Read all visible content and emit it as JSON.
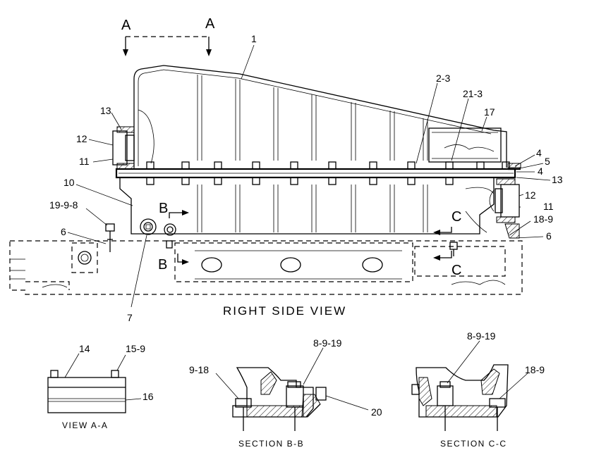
{
  "views": {
    "right_side_view": "RIGHT SIDE VIEW",
    "view_a": "VIEW A-A",
    "section_b": "SECTION B-B",
    "section_c": "SECTION C-C"
  },
  "section_markers": {
    "a_left": "A",
    "a_right": "A",
    "b_top": "B",
    "b_bottom": "B",
    "c_top": "C",
    "c_bottom": "C"
  },
  "callouts": {
    "c1": "1",
    "c2_3": "2-3",
    "c21_3": "21-3",
    "c17": "17",
    "c13_left": "13",
    "c12_left": "12",
    "c11_left": "11",
    "c10": "10",
    "c19_9_8": "19-9-8",
    "c6_left": "6",
    "c7": "7",
    "c4_upper": "4",
    "c5": "5",
    "c4_lower": "4",
    "c13_right": "13",
    "c12_right": "12",
    "c11_right": "11",
    "c18_9_right": "18-9",
    "c6_right": "6",
    "c14": "14",
    "c15_9": "15-9",
    "c16": "16",
    "c9_18": "9-18",
    "c8_9_19_b": "8-9-19",
    "c20": "20",
    "c8_9_19_c": "8-9-19",
    "c18_9_c": "18-9"
  }
}
